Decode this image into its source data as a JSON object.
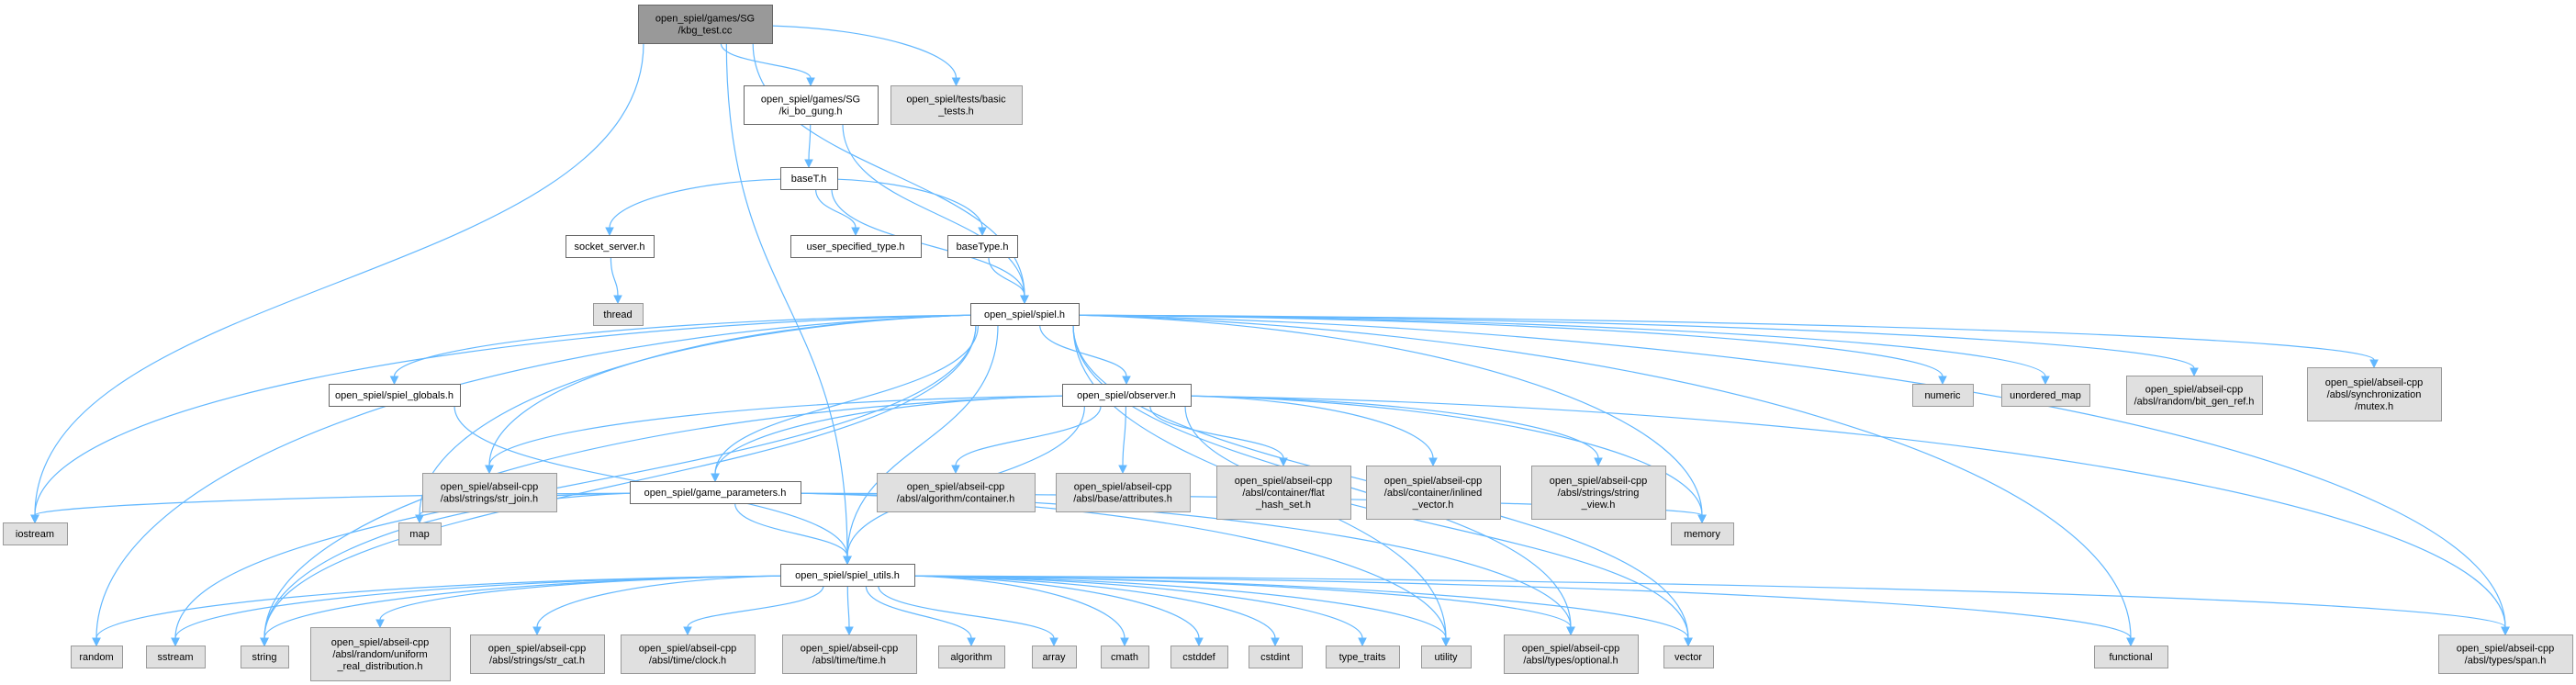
{
  "graph": {
    "colors": {
      "edge": "#63b8ff",
      "text": "#000000"
    },
    "nodes": [
      {
        "lines": [
          "open_spiel/games/SG",
          "/kbg_test.cc"
        ],
        "fill": "#999999",
        "stroke": "#666666"
      },
      {
        "lines": [
          "open_spiel/games/SG",
          "/ki_bo_gung.h"
        ],
        "fill": "#ffffff",
        "stroke": "#666666"
      },
      {
        "lines": [
          "open_spiel/tests/basic",
          "_tests.h"
        ],
        "fill": "#e0e0e0",
        "stroke": "#999999"
      },
      {
        "lines": [
          "baseT.h"
        ],
        "fill": "#ffffff",
        "stroke": "#666666"
      },
      {
        "lines": [
          "socket_server.h"
        ],
        "fill": "#ffffff",
        "stroke": "#666666"
      },
      {
        "lines": [
          "user_specified_type.h"
        ],
        "fill": "#ffffff",
        "stroke": "#666666"
      },
      {
        "lines": [
          "baseType.h"
        ],
        "fill": "#ffffff",
        "stroke": "#666666"
      },
      {
        "lines": [
          "thread"
        ],
        "fill": "#e0e0e0",
        "stroke": "#999999"
      },
      {
        "lines": [
          "open_spiel/spiel.h"
        ],
        "fill": "#ffffff",
        "stroke": "#666666"
      },
      {
        "lines": [
          "open_spiel/spiel_globals.h"
        ],
        "fill": "#ffffff",
        "stroke": "#666666"
      },
      {
        "lines": [
          "open_spiel/observer.h"
        ],
        "fill": "#ffffff",
        "stroke": "#666666"
      },
      {
        "lines": [
          "numeric"
        ],
        "fill": "#e0e0e0",
        "stroke": "#999999"
      },
      {
        "lines": [
          "unordered_map"
        ],
        "fill": "#e0e0e0",
        "stroke": "#999999"
      },
      {
        "lines": [
          "open_spiel/abseil-cpp",
          "/absl/random/bit_gen_ref.h"
        ],
        "fill": "#e0e0e0",
        "stroke": "#999999"
      },
      {
        "lines": [
          "open_spiel/abseil-cpp",
          "/absl/synchronization",
          "/mutex.h"
        ],
        "fill": "#e0e0e0",
        "stroke": "#999999"
      },
      {
        "lines": [
          "open_spiel/abseil-cpp",
          "/absl/strings/str_join.h"
        ],
        "fill": "#e0e0e0",
        "stroke": "#999999"
      },
      {
        "lines": [
          "open_spiel/game_parameters.h"
        ],
        "fill": "#ffffff",
        "stroke": "#666666"
      },
      {
        "lines": [
          "open_spiel/abseil-cpp",
          "/absl/algorithm/container.h"
        ],
        "fill": "#e0e0e0",
        "stroke": "#999999"
      },
      {
        "lines": [
          "open_spiel/abseil-cpp",
          "/absl/base/attributes.h"
        ],
        "fill": "#e0e0e0",
        "stroke": "#999999"
      },
      {
        "lines": [
          "open_spiel/abseil-cpp",
          "/absl/container/flat",
          "_hash_set.h"
        ],
        "fill": "#e0e0e0",
        "stroke": "#999999"
      },
      {
        "lines": [
          "open_spiel/abseil-cpp",
          "/absl/container/inlined",
          "_vector.h"
        ],
        "fill": "#e0e0e0",
        "stroke": "#999999"
      },
      {
        "lines": [
          "open_spiel/abseil-cpp",
          "/absl/strings/string",
          "_view.h"
        ],
        "fill": "#e0e0e0",
        "stroke": "#999999"
      },
      {
        "lines": [
          "iostream"
        ],
        "fill": "#e0e0e0",
        "stroke": "#999999"
      },
      {
        "lines": [
          "map"
        ],
        "fill": "#e0e0e0",
        "stroke": "#999999"
      },
      {
        "lines": [
          "memory"
        ],
        "fill": "#e0e0e0",
        "stroke": "#999999"
      },
      {
        "lines": [
          "open_spiel/spiel_utils.h"
        ],
        "fill": "#ffffff",
        "stroke": "#666666"
      },
      {
        "lines": [
          "random"
        ],
        "fill": "#e0e0e0",
        "stroke": "#999999"
      },
      {
        "lines": [
          "sstream"
        ],
        "fill": "#e0e0e0",
        "stroke": "#999999"
      },
      {
        "lines": [
          "string"
        ],
        "fill": "#e0e0e0",
        "stroke": "#999999"
      },
      {
        "lines": [
          "open_spiel/abseil-cpp",
          "/absl/random/uniform",
          "_real_distribution.h"
        ],
        "fill": "#e0e0e0",
        "stroke": "#999999"
      },
      {
        "lines": [
          "open_spiel/abseil-cpp",
          "/absl/strings/str_cat.h"
        ],
        "fill": "#e0e0e0",
        "stroke": "#999999"
      },
      {
        "lines": [
          "open_spiel/abseil-cpp",
          "/absl/time/clock.h"
        ],
        "fill": "#e0e0e0",
        "stroke": "#999999"
      },
      {
        "lines": [
          "open_spiel/abseil-cpp",
          "/absl/time/time.h"
        ],
        "fill": "#e0e0e0",
        "stroke": "#999999"
      },
      {
        "lines": [
          "algorithm"
        ],
        "fill": "#e0e0e0",
        "stroke": "#999999"
      },
      {
        "lines": [
          "array"
        ],
        "fill": "#e0e0e0",
        "stroke": "#999999"
      },
      {
        "lines": [
          "cmath"
        ],
        "fill": "#e0e0e0",
        "stroke": "#999999"
      },
      {
        "lines": [
          "cstddef"
        ],
        "fill": "#e0e0e0",
        "stroke": "#999999"
      },
      {
        "lines": [
          "cstdint"
        ],
        "fill": "#e0e0e0",
        "stroke": "#999999"
      },
      {
        "lines": [
          "type_traits"
        ],
        "fill": "#e0e0e0",
        "stroke": "#999999"
      },
      {
        "lines": [
          "utility"
        ],
        "fill": "#e0e0e0",
        "stroke": "#999999"
      },
      {
        "lines": [
          "open_spiel/abseil-cpp",
          "/absl/types/optional.h"
        ],
        "fill": "#e0e0e0",
        "stroke": "#999999"
      },
      {
        "lines": [
          "vector"
        ],
        "fill": "#e0e0e0",
        "stroke": "#999999"
      },
      {
        "lines": [
          "functional"
        ],
        "fill": "#e0e0e0",
        "stroke": "#999999"
      },
      {
        "lines": [
          "open_spiel/abseil-cpp",
          "/absl/types/span.h"
        ],
        "fill": "#e0e0e0",
        "stroke": "#999999"
      }
    ],
    "edges": [
      [
        0,
        22
      ],
      [
        0,
        25
      ],
      [
        0,
        8
      ],
      [
        0,
        1
      ],
      [
        0,
        2
      ],
      [
        1,
        3
      ],
      [
        1,
        8
      ],
      [
        3,
        4
      ],
      [
        3,
        5
      ],
      [
        3,
        6
      ],
      [
        3,
        8
      ],
      [
        4,
        7
      ],
      [
        6,
        8
      ],
      [
        8,
        22
      ],
      [
        8,
        26
      ],
      [
        8,
        27
      ],
      [
        8,
        28
      ],
      [
        8,
        23
      ],
      [
        8,
        9
      ],
      [
        8,
        15
      ],
      [
        8,
        16
      ],
      [
        8,
        10
      ],
      [
        8,
        25
      ],
      [
        8,
        24
      ],
      [
        8,
        39
      ],
      [
        8,
        40
      ],
      [
        8,
        41
      ],
      [
        8,
        11
      ],
      [
        8,
        12
      ],
      [
        8,
        13
      ],
      [
        8,
        14
      ],
      [
        8,
        42
      ],
      [
        8,
        43
      ],
      [
        9,
        25
      ],
      [
        10,
        15
      ],
      [
        10,
        16
      ],
      [
        10,
        17
      ],
      [
        10,
        18
      ],
      [
        10,
        19
      ],
      [
        10,
        20
      ],
      [
        10,
        21
      ],
      [
        10,
        24
      ],
      [
        10,
        41
      ],
      [
        10,
        43
      ],
      [
        10,
        25
      ],
      [
        10,
        28
      ],
      [
        16,
        22
      ],
      [
        16,
        23
      ],
      [
        16,
        28
      ],
      [
        16,
        25
      ],
      [
        16,
        24
      ],
      [
        16,
        40
      ],
      [
        16,
        39
      ],
      [
        25,
        26
      ],
      [
        25,
        27
      ],
      [
        25,
        28
      ],
      [
        25,
        29
      ],
      [
        25,
        30
      ],
      [
        25,
        31
      ],
      [
        25,
        32
      ],
      [
        25,
        33
      ],
      [
        25,
        34
      ],
      [
        25,
        35
      ],
      [
        25,
        36
      ],
      [
        25,
        37
      ],
      [
        25,
        38
      ],
      [
        25,
        39
      ],
      [
        25,
        40
      ],
      [
        25,
        41
      ],
      [
        25,
        42
      ],
      [
        25,
        43
      ]
    ]
  }
}
